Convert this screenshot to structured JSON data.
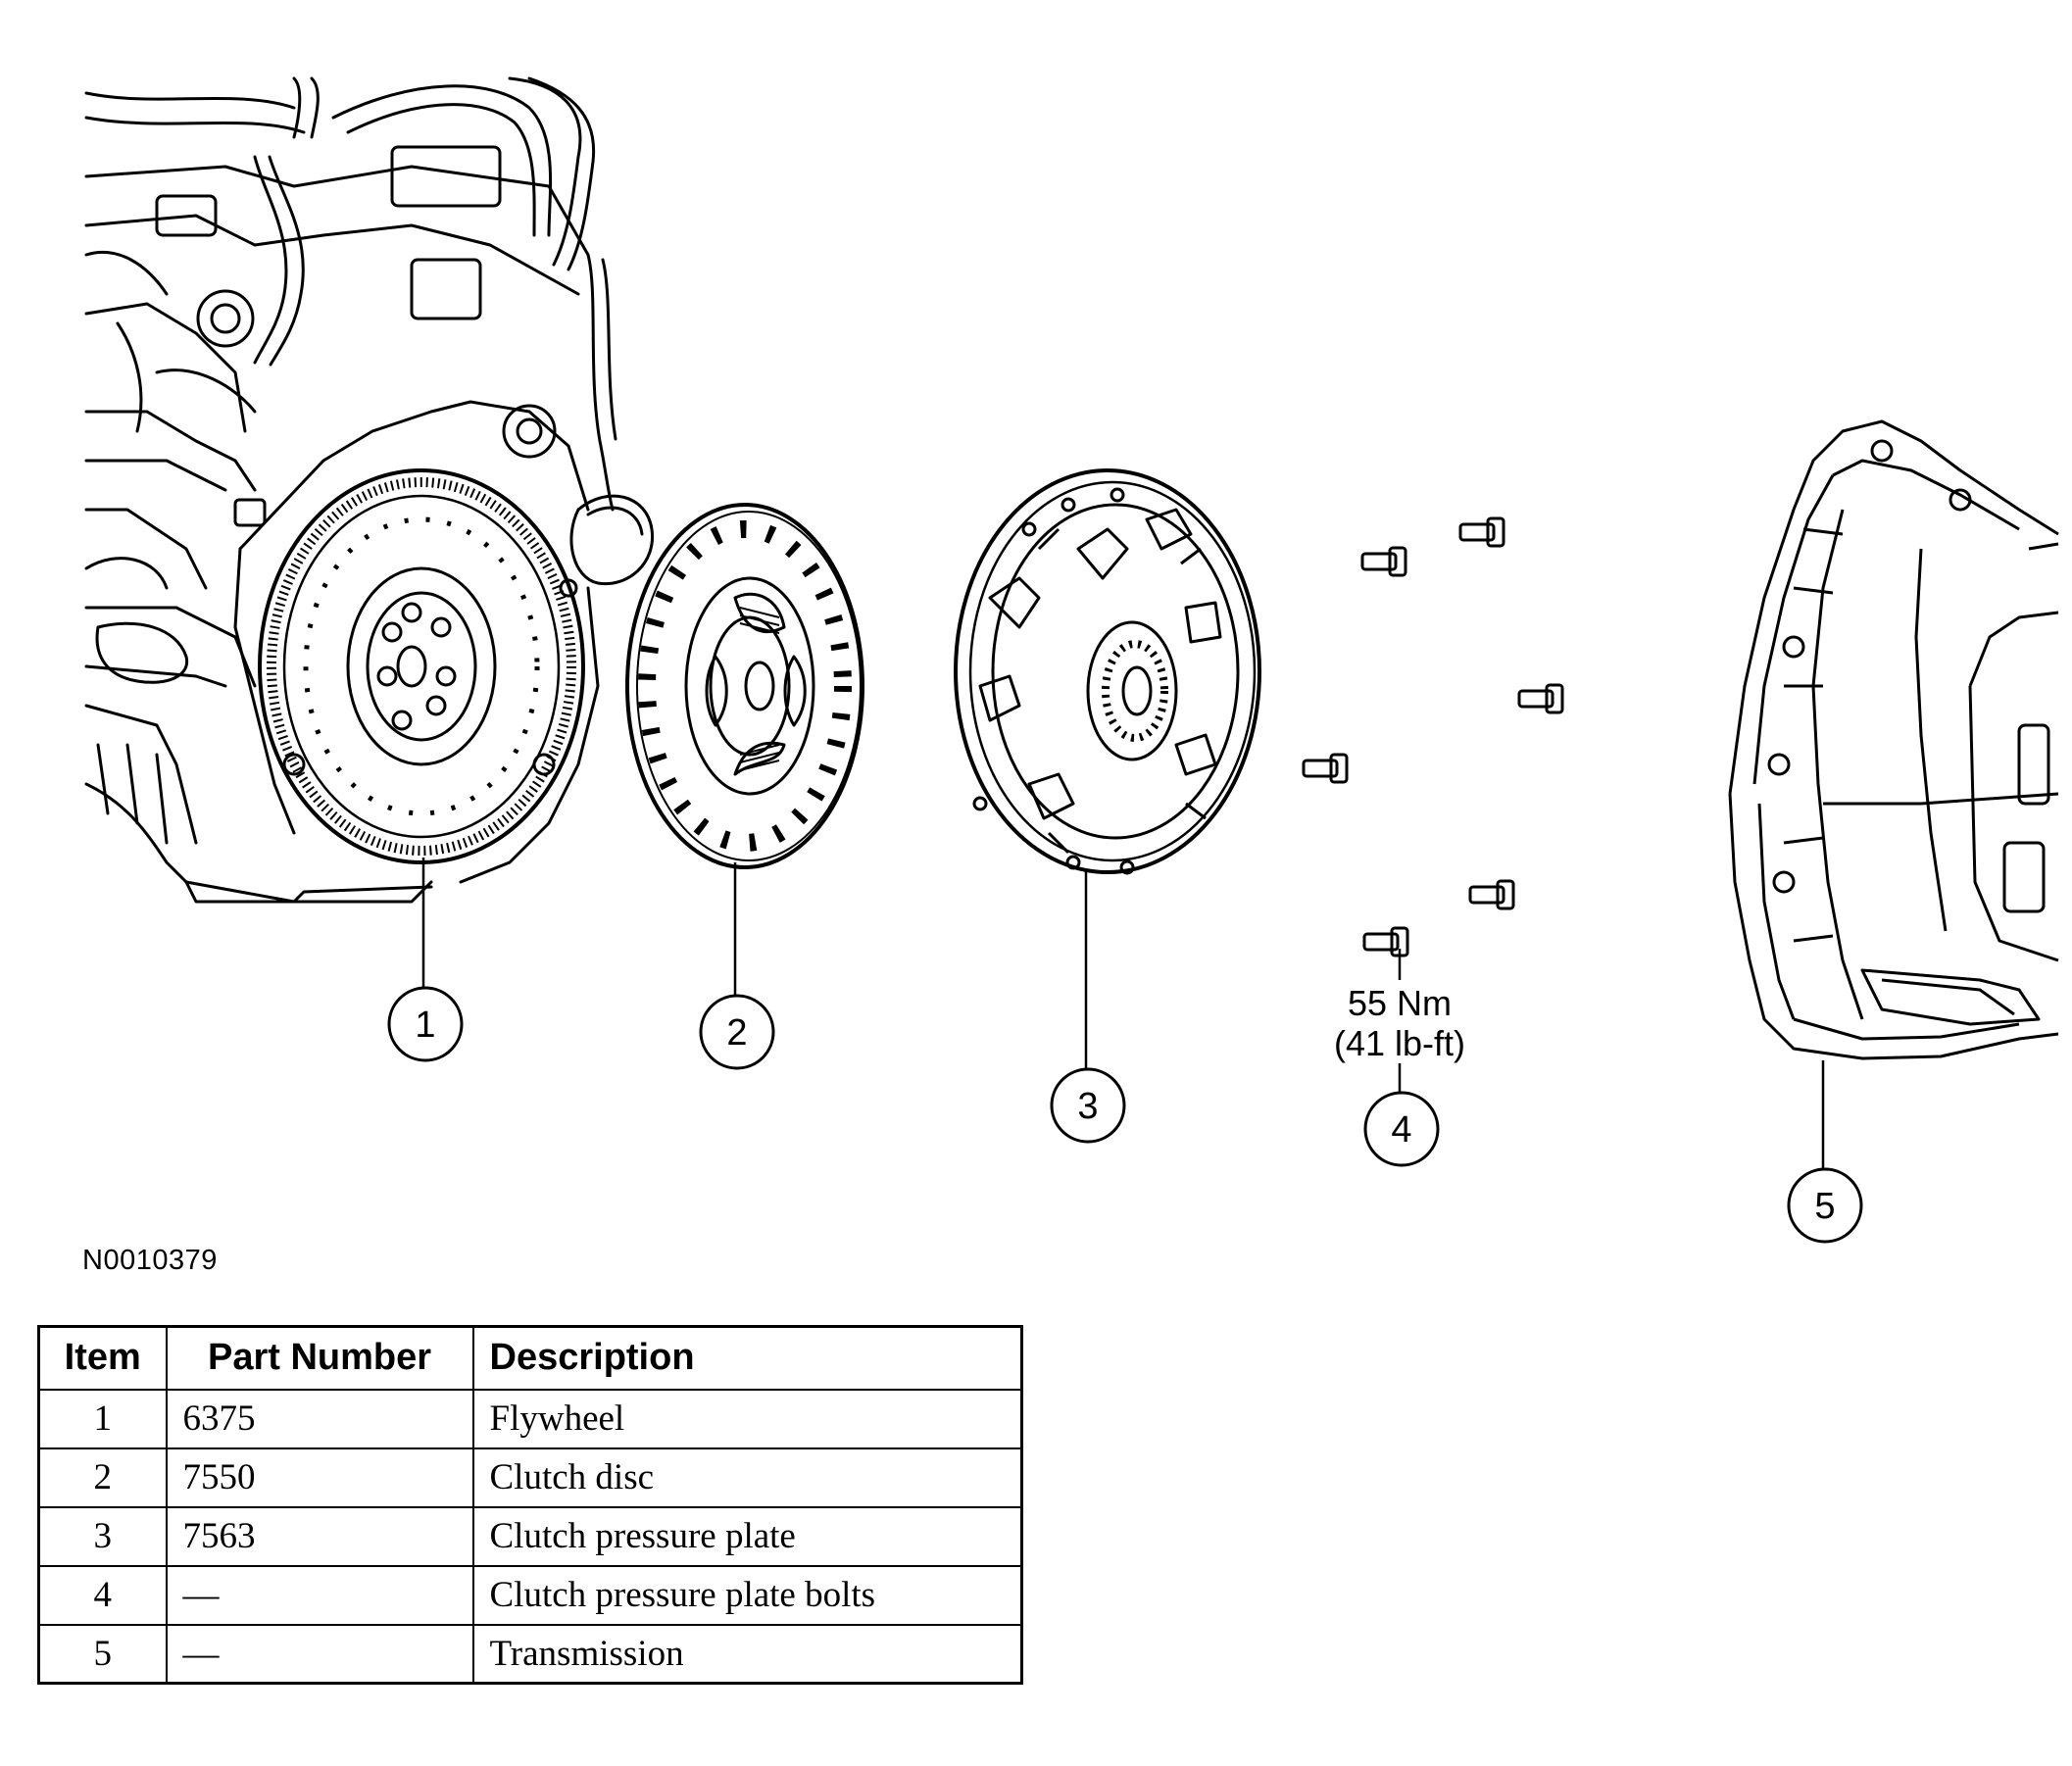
{
  "figure": {
    "id": "N0010379"
  },
  "callouts": [
    {
      "number": "1",
      "part": "Flywheel"
    },
    {
      "number": "2",
      "part": "Clutch disc"
    },
    {
      "number": "3",
      "part": "Clutch pressure plate"
    },
    {
      "number": "4",
      "part": "Clutch pressure plate bolts"
    },
    {
      "number": "5",
      "part": "Transmission"
    }
  ],
  "torque": {
    "metric": "55 Nm",
    "imperial": "(41 lb-ft)"
  },
  "table": {
    "headers": {
      "item": "Item",
      "part_number": "Part Number",
      "description": "Description"
    },
    "rows": [
      {
        "item": "1",
        "part_number": "6375",
        "description": "Flywheel"
      },
      {
        "item": "2",
        "part_number": "7550",
        "description": "Clutch disc"
      },
      {
        "item": "3",
        "part_number": "7563",
        "description": "Clutch pressure plate"
      },
      {
        "item": "4",
        "part_number": "—",
        "description": "Clutch pressure plate bolts"
      },
      {
        "item": "5",
        "part_number": "—",
        "description": "Transmission"
      }
    ]
  },
  "colors": {
    "line": "#000000",
    "background": "#ffffff"
  }
}
